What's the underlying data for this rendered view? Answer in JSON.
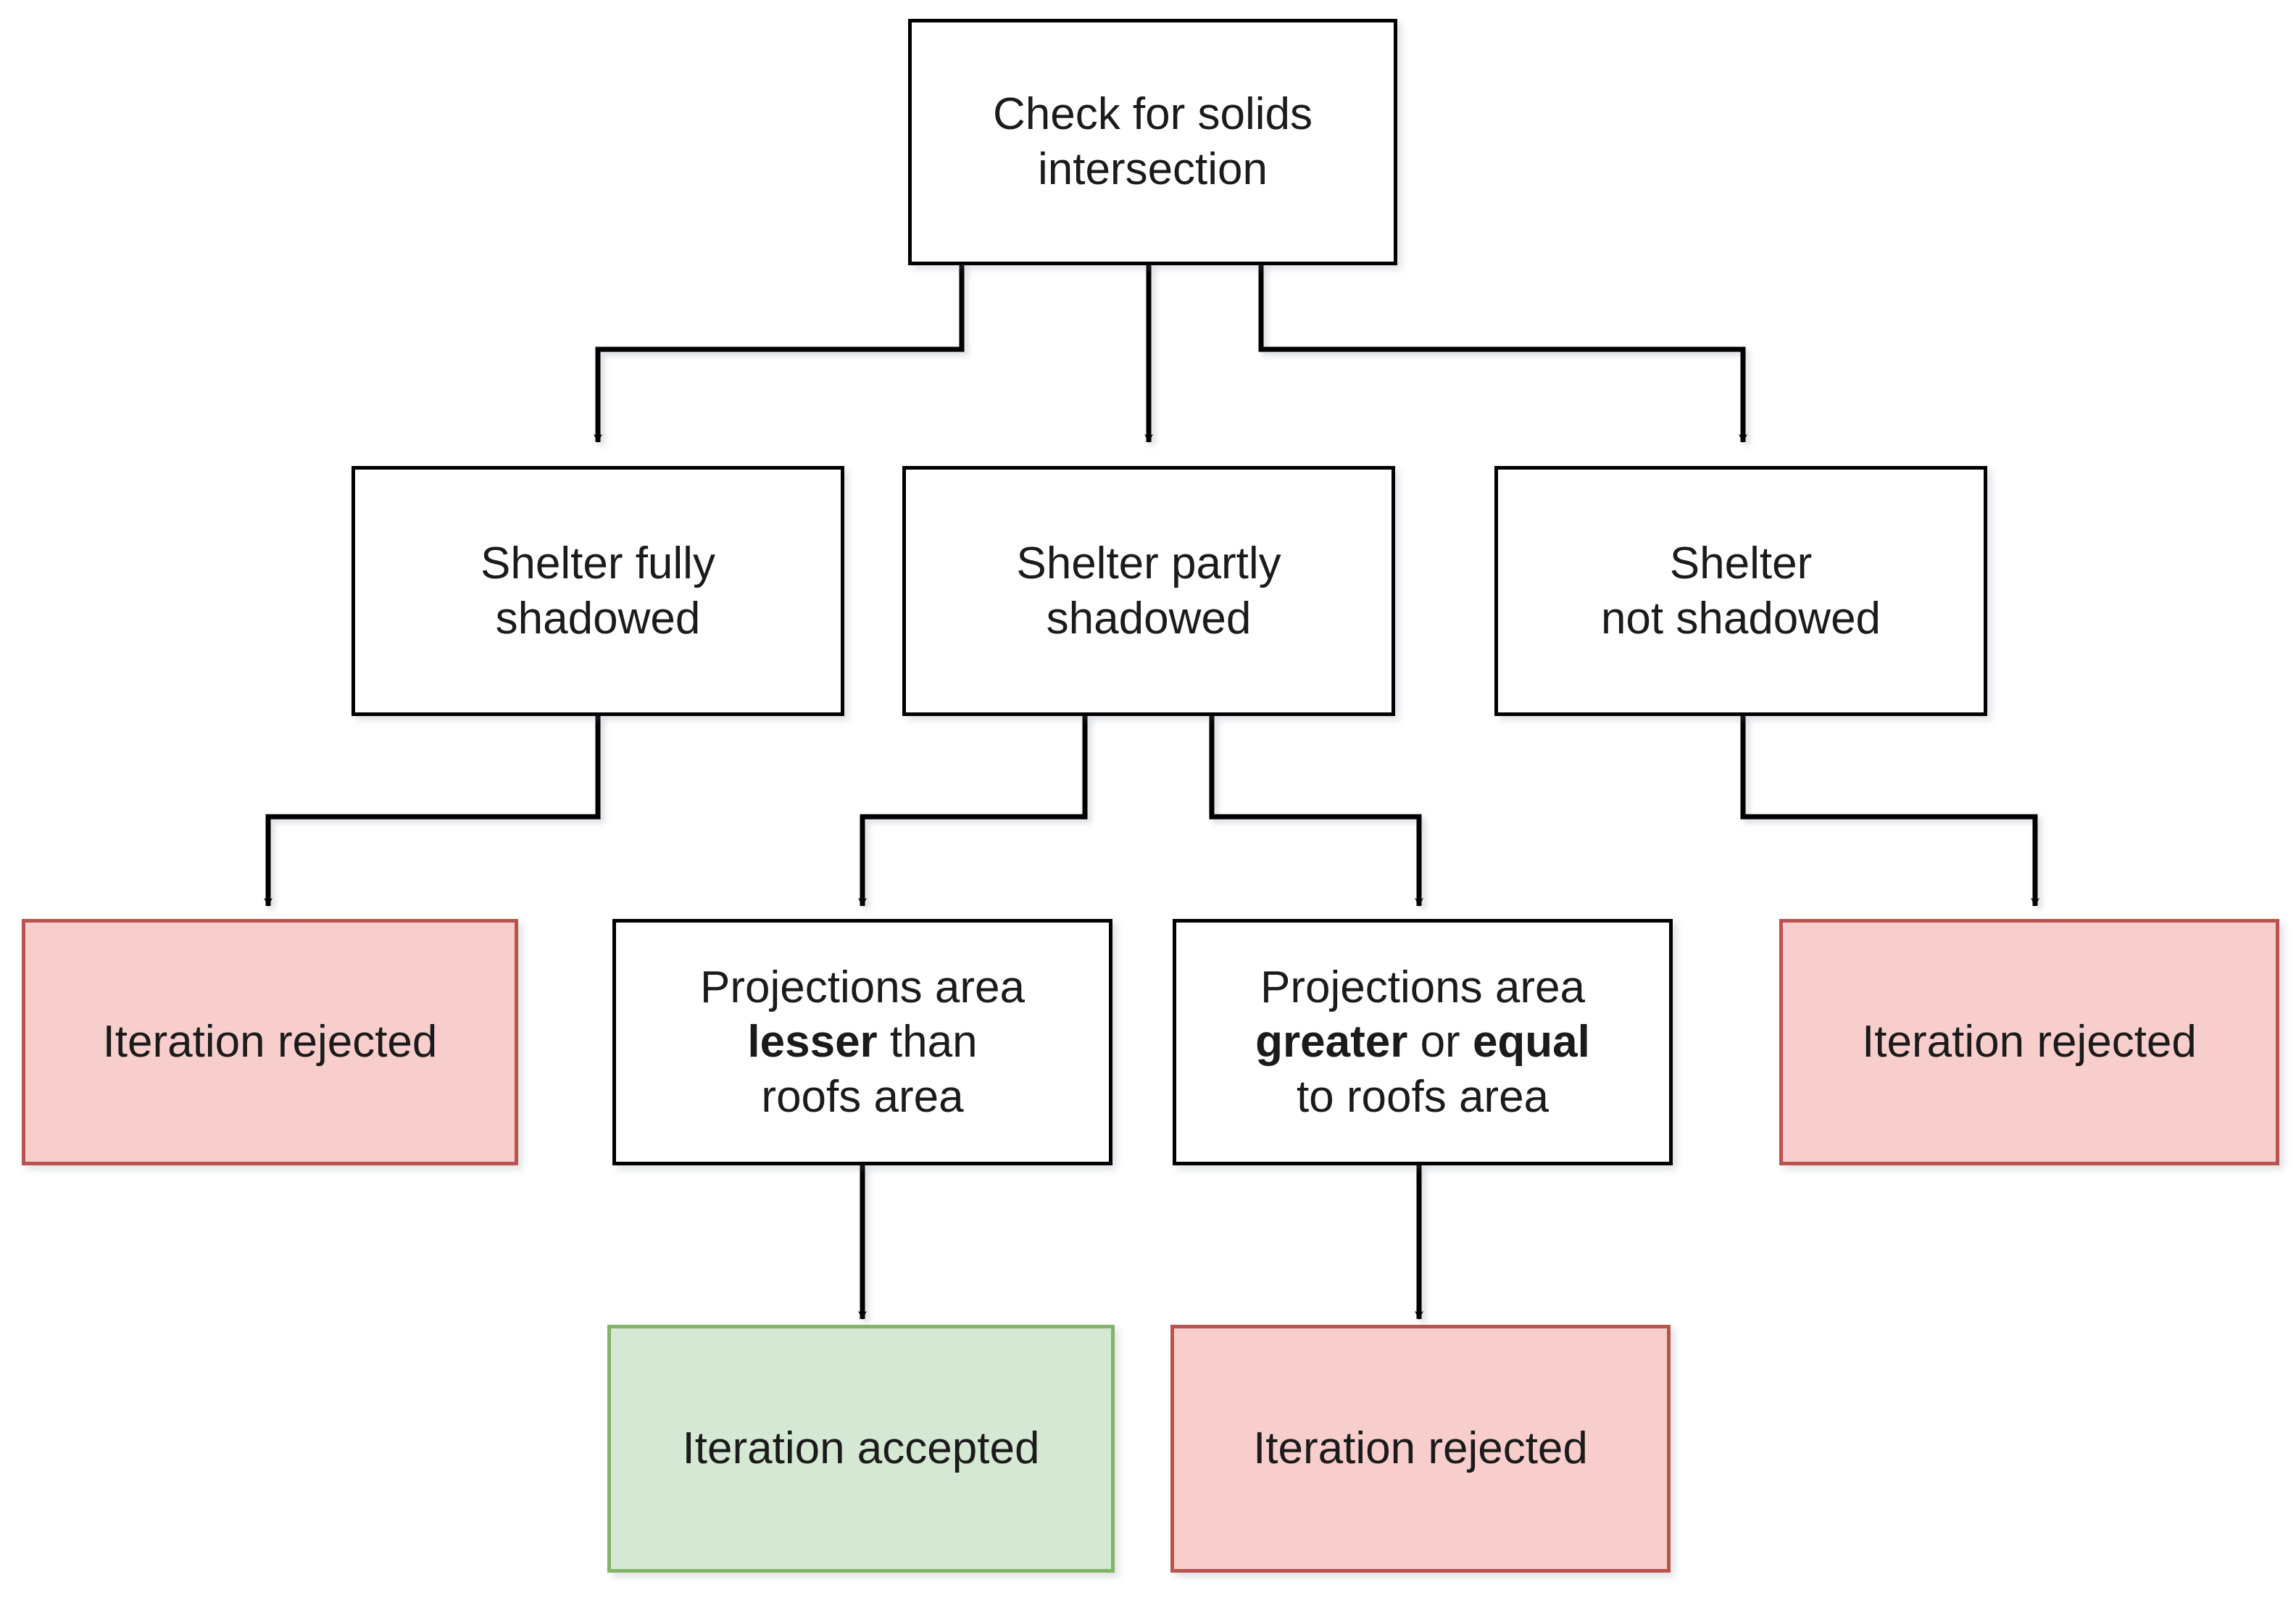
{
  "diagram": {
    "title": "Shelter shadow check decision flow",
    "colors": {
      "node_border": "#000000",
      "node_fill": "#ffffff",
      "reject_border": "#b85450",
      "reject_fill": "#f8cecc",
      "accept_border": "#82b366",
      "accept_fill": "#d5e8d4",
      "connector": "#000000",
      "text": "#1b1b1b",
      "background": "#ffffff"
    },
    "nodes": [
      {
        "id": "check-solids-intersection",
        "text": "Check for solids\nintersection",
        "kind": "process",
        "row": 1
      },
      {
        "id": "shelter-fully-shadowed",
        "text": "Shelter fully\nshadowed",
        "kind": "process",
        "row": 2
      },
      {
        "id": "shelter-partly-shadowed",
        "text": "Shelter partly\nshadowed",
        "kind": "process",
        "row": 2
      },
      {
        "id": "shelter-not-shadowed",
        "text": "Shelter\nnot shadowed",
        "kind": "process",
        "row": 2
      },
      {
        "id": "iteration-rejected-left",
        "text": "Iteration rejected",
        "kind": "reject",
        "row": 3
      },
      {
        "id": "projections-area-lesser",
        "text": "Projections area",
        "text_bold": "lesser",
        "text_after": " than",
        "text_line3": "roofs area",
        "kind": "process",
        "row": 3
      },
      {
        "id": "projections-area-greater-equal",
        "text": "Projections area",
        "text_bold": "greater",
        "text_mid": " or ",
        "text_bold2": "equal",
        "text_line3": "to roofs area",
        "kind": "process",
        "row": 3
      },
      {
        "id": "iteration-rejected-right",
        "text": "Iteration rejected",
        "kind": "reject",
        "row": 3
      },
      {
        "id": "iteration-accepted",
        "text": "Iteration accepted",
        "kind": "accept",
        "row": 4
      },
      {
        "id": "iteration-rejected-bottom",
        "text": "Iteration rejected",
        "kind": "reject",
        "row": 4
      }
    ],
    "edges": [
      {
        "from": "check-solids-intersection",
        "to": "shelter-fully-shadowed"
      },
      {
        "from": "check-solids-intersection",
        "to": "shelter-partly-shadowed"
      },
      {
        "from": "check-solids-intersection",
        "to": "shelter-not-shadowed"
      },
      {
        "from": "shelter-fully-shadowed",
        "to": "iteration-rejected-left"
      },
      {
        "from": "shelter-partly-shadowed",
        "to": "projections-area-lesser"
      },
      {
        "from": "shelter-partly-shadowed",
        "to": "projections-area-greater-equal"
      },
      {
        "from": "shelter-not-shadowed",
        "to": "iteration-rejected-right"
      },
      {
        "from": "projections-area-lesser",
        "to": "iteration-accepted"
      },
      {
        "from": "projections-area-greater-equal",
        "to": "iteration-rejected-bottom"
      }
    ]
  },
  "labels": {
    "n1_line1": "Check for solids",
    "n1_line2": "intersection",
    "n2_line1": "Shelter fully",
    "n2_line2": "shadowed",
    "n3_line1": "Shelter partly",
    "n3_line2": "shadowed",
    "n4_line1": "Shelter",
    "n4_line2": "not shadowed",
    "n5": "Iteration rejected",
    "n6_line1": "Projections area",
    "n6_bold": "lesser",
    "n6_tail": " than",
    "n6_line3": "roofs area",
    "n7_line1": "Projections area",
    "n7_bold1": "greater",
    "n7_mid": " or ",
    "n7_bold2": "equal",
    "n7_line3": "to roofs area",
    "n8": "Iteration rejected",
    "n9": "Iteration accepted",
    "n10": "Iteration rejected"
  }
}
